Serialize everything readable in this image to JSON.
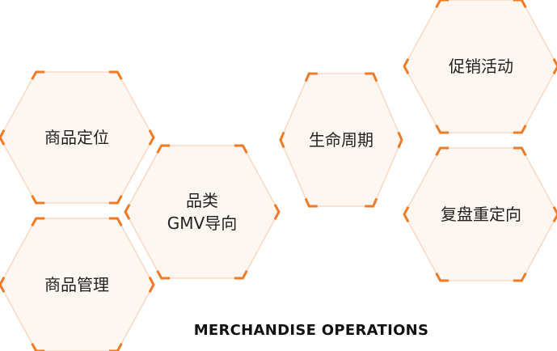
{
  "colors": {
    "hex_fill": "#fdf6f1",
    "hex_border": "#f8d9c6",
    "accent": "#f07b24",
    "label": "#222222"
  },
  "hexagons": [
    {
      "id": "product-positioning",
      "lines": [
        "商品定位"
      ]
    },
    {
      "id": "product-management",
      "lines": [
        "商品管理"
      ]
    },
    {
      "id": "category-gmv",
      "lines": [
        "品类",
        "GMV导向"
      ]
    },
    {
      "id": "lifecycle",
      "lines": [
        "生命周期"
      ]
    },
    {
      "id": "promotion",
      "lines": [
        "促销活动"
      ]
    },
    {
      "id": "review-repositioning",
      "lines": [
        "复盘重定向"
      ]
    }
  ],
  "caption": "MERCHANDISE OPERATIONS"
}
